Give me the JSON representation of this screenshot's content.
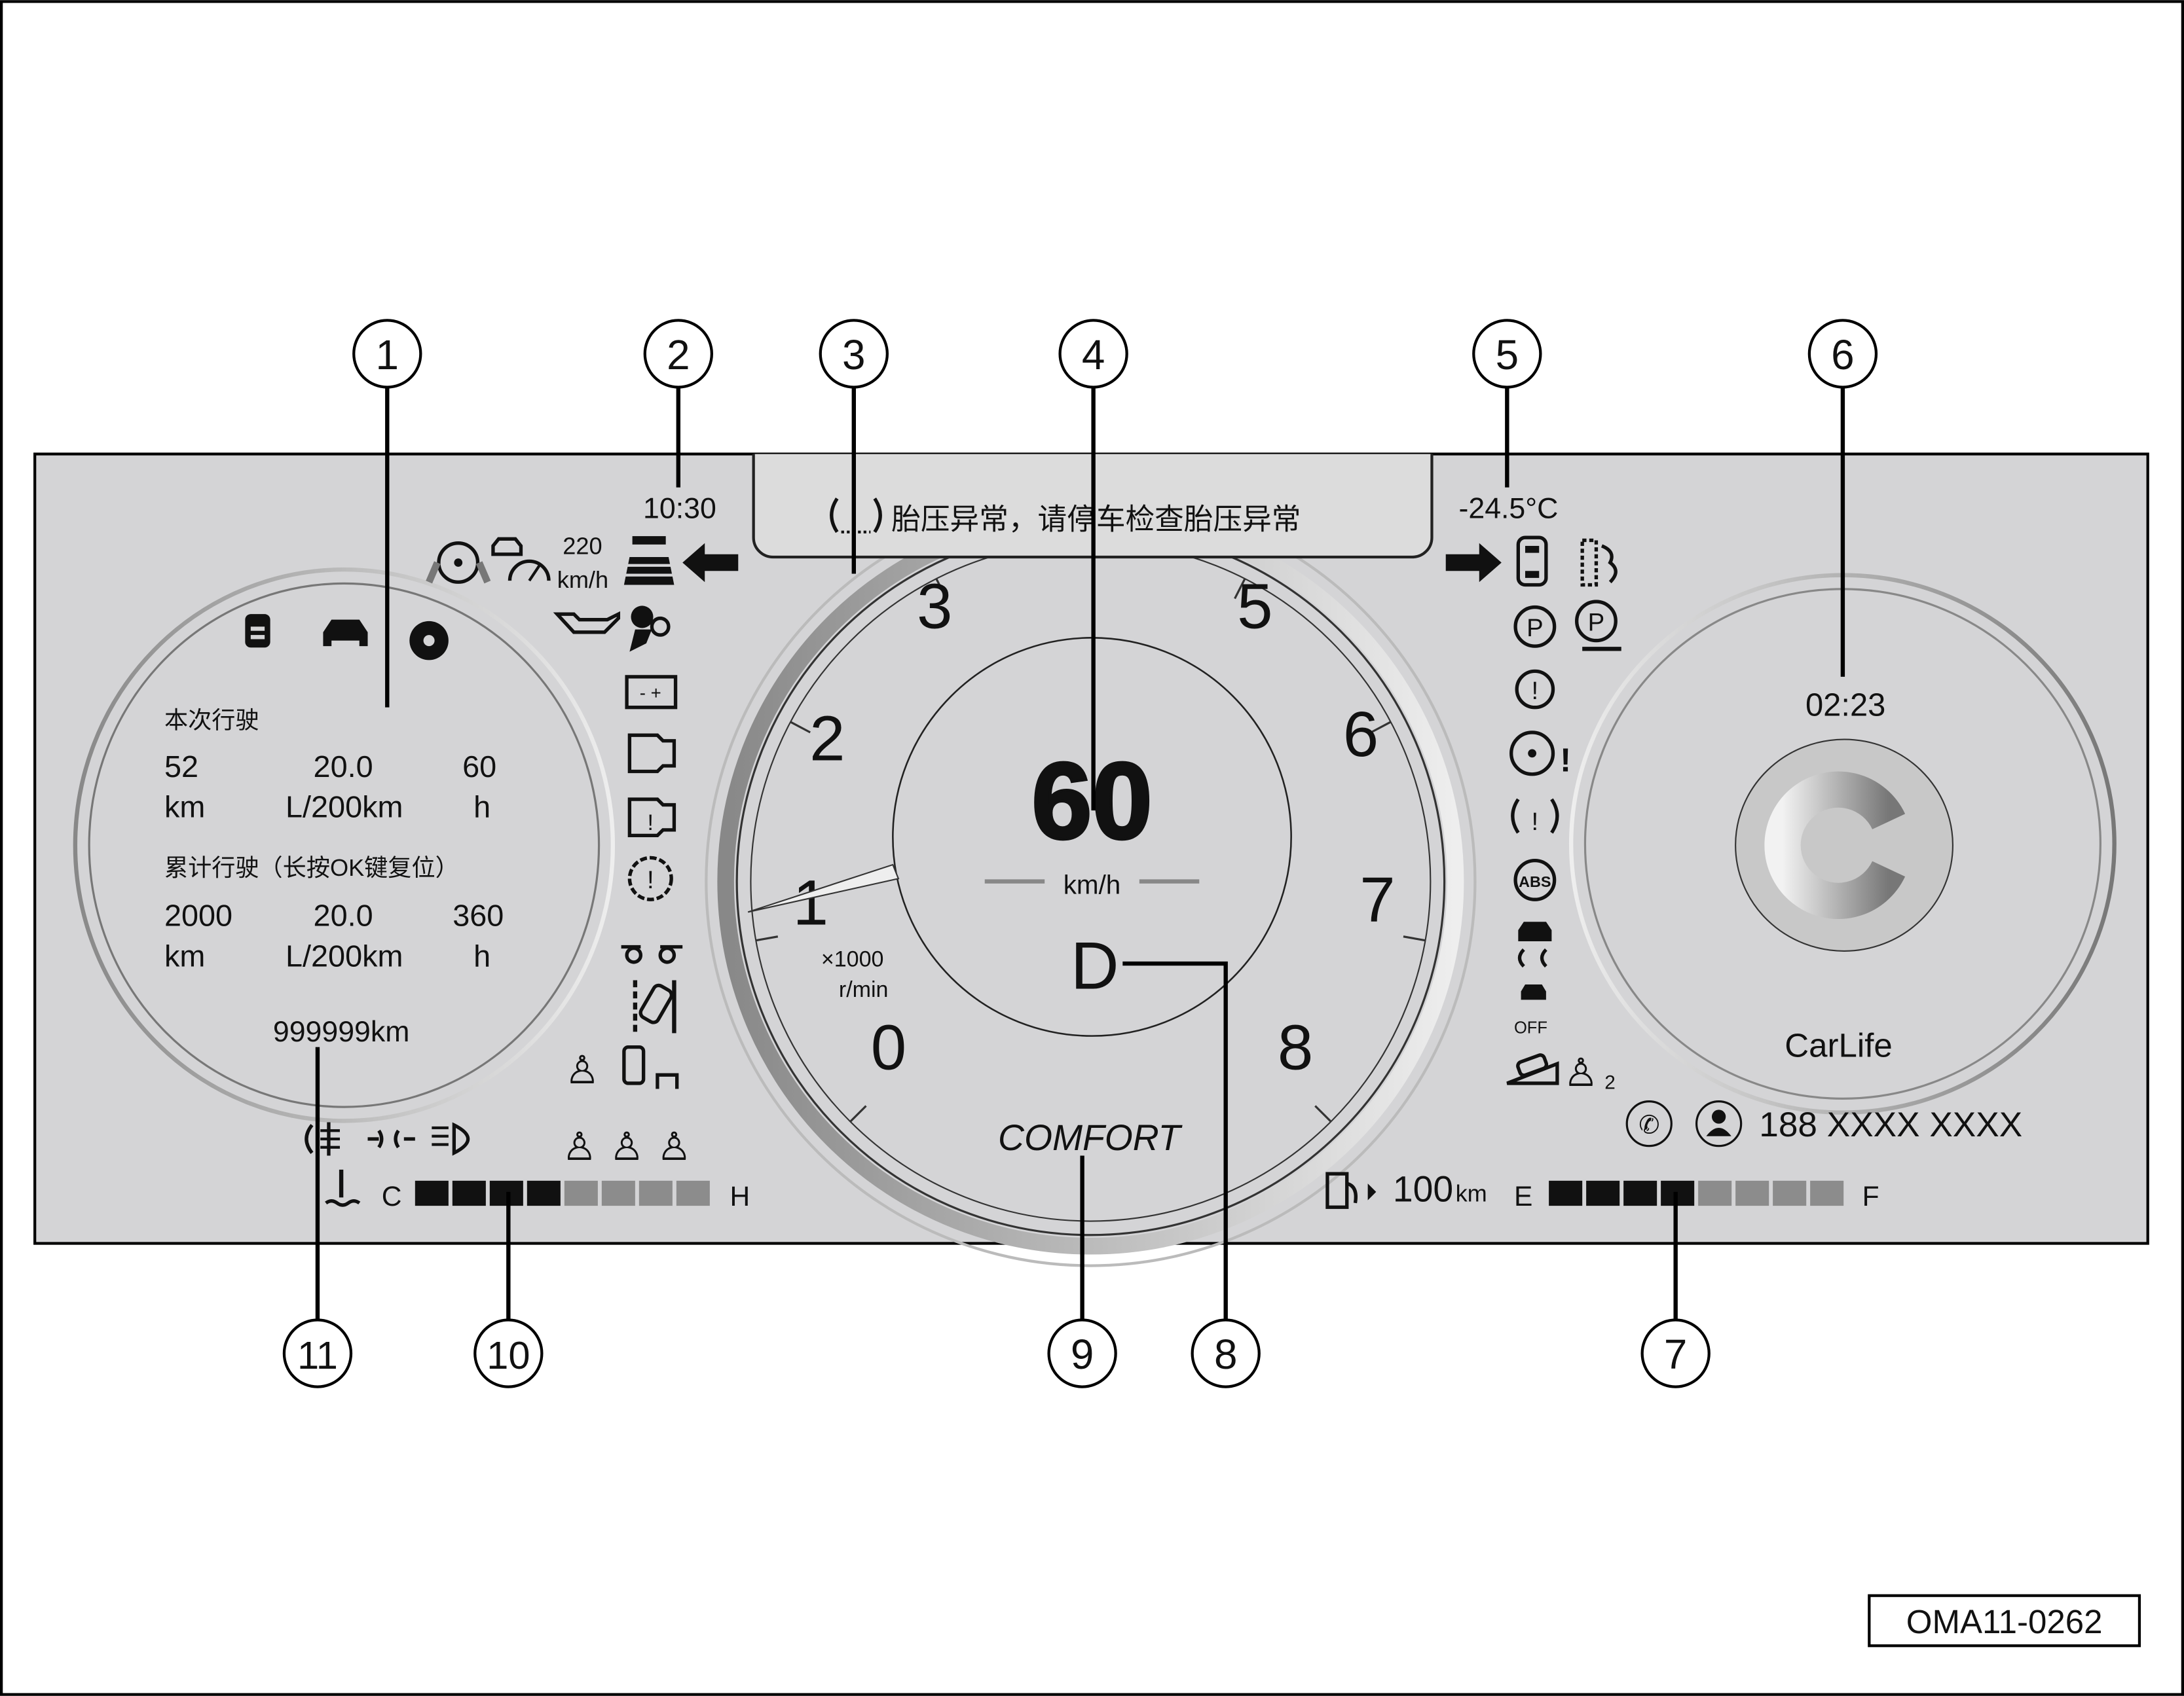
{
  "callouts": [
    "1",
    "2",
    "3",
    "4",
    "5",
    "6",
    "7",
    "8",
    "9",
    "10",
    "11"
  ],
  "header": {
    "clock": "10:30",
    "outside_temp": "-24.5°C",
    "speed_limit_value": "220",
    "speed_limit_unit": "km/h"
  },
  "message": {
    "icon": "tire-pressure-icon",
    "text": "胎压异常，请停车检查胎压异常"
  },
  "trip": {
    "current_label": "本次行驶",
    "current": [
      {
        "value": "52",
        "unit": "km"
      },
      {
        "value": "20.0",
        "unit": "L/200km"
      },
      {
        "value": "60",
        "unit": "h"
      }
    ],
    "total_label": "累计行驶（长按OK键复位）",
    "total": [
      {
        "value": "2000",
        "unit": "km"
      },
      {
        "value": "20.0",
        "unit": "L/200km"
      },
      {
        "value": "360",
        "unit": "h"
      }
    ],
    "odometer": "999999km"
  },
  "tachometer": {
    "labels": [
      "0",
      "1",
      "2",
      "3",
      "5",
      "6",
      "7",
      "8"
    ],
    "unit_line1": "×1000",
    "unit_line2": "r/min",
    "rpm": 1.0
  },
  "speed": {
    "value": "60",
    "unit": "km/h",
    "gear": "D",
    "mode": "COMFORT"
  },
  "media": {
    "time": "02:23",
    "app": "CarLife",
    "phone": "188 XXXX XXXX"
  },
  "coolant": {
    "low": "C",
    "high": "H",
    "segments": 8,
    "filled": 4
  },
  "fuel": {
    "range": "100",
    "range_unit": "km",
    "low": "E",
    "high": "F",
    "segments": 8,
    "filled": 4
  },
  "figure_code": "OMA11-0262",
  "off_label": "OFF",
  "seat_number": "2",
  "colors": {
    "panel": "#d4d4d6",
    "ink": "#111111",
    "bar_off": "#8c8c8c"
  }
}
